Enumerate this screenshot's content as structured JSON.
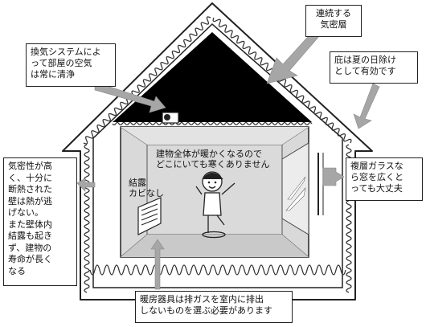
{
  "callouts": {
    "airtight_layer": "連続する\n気密層",
    "ventilation": "換気システムによ\nって部屋の空気\nは常に清浄",
    "eaves": "庇は夏の日除け\nとして有効です",
    "insulated_wall": "気密性が高\nく、十分に\n断熱された\n壁は熱が逃\nげない。\nまた壁体内\n結露も起き\nず、建物の\n寿命が長く\nなる",
    "double_glass": "複層ガラスな\nら窓を広くと\nっても大丈夫",
    "heater": "暖房器具は排ガスを室内に排出\nしないものを選ぶ必要があります"
  },
  "room": {
    "warm_text": "建物全体が暖かくなるので\nどこにいても寒くありません",
    "no_mold": "結露\nカビなし"
  },
  "colors": {
    "attic": "#000000",
    "room_wall": "#d6d6d6",
    "insulation_outline": "#333333",
    "arrow": "#a6a6a6"
  }
}
